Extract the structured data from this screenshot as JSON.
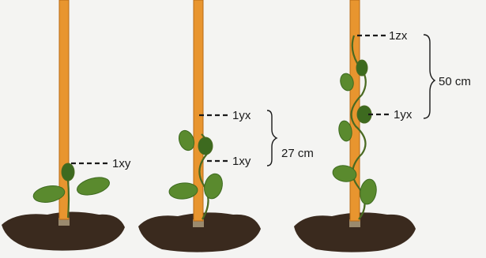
{
  "figure": {
    "background": "#f4f4f2",
    "colors": {
      "pole": "#e8952f",
      "pole_edge": "#b86a16",
      "soil": "#3a2a1e",
      "leaf": "#5a8a2e",
      "leaf_dark": "#3d6a1f",
      "stem": "#4a6a22",
      "marker": "#1a1a1a"
    },
    "panels": [
      {
        "labels": [
          {
            "text": "1xy"
          }
        ]
      },
      {
        "labels": [
          {
            "text": "1yx"
          },
          {
            "text": "1xy"
          }
        ],
        "brace_label": "27 cm"
      },
      {
        "labels": [
          {
            "text": "1zx"
          },
          {
            "text": "1yx"
          }
        ],
        "brace_label": "50 cm"
      }
    ]
  }
}
